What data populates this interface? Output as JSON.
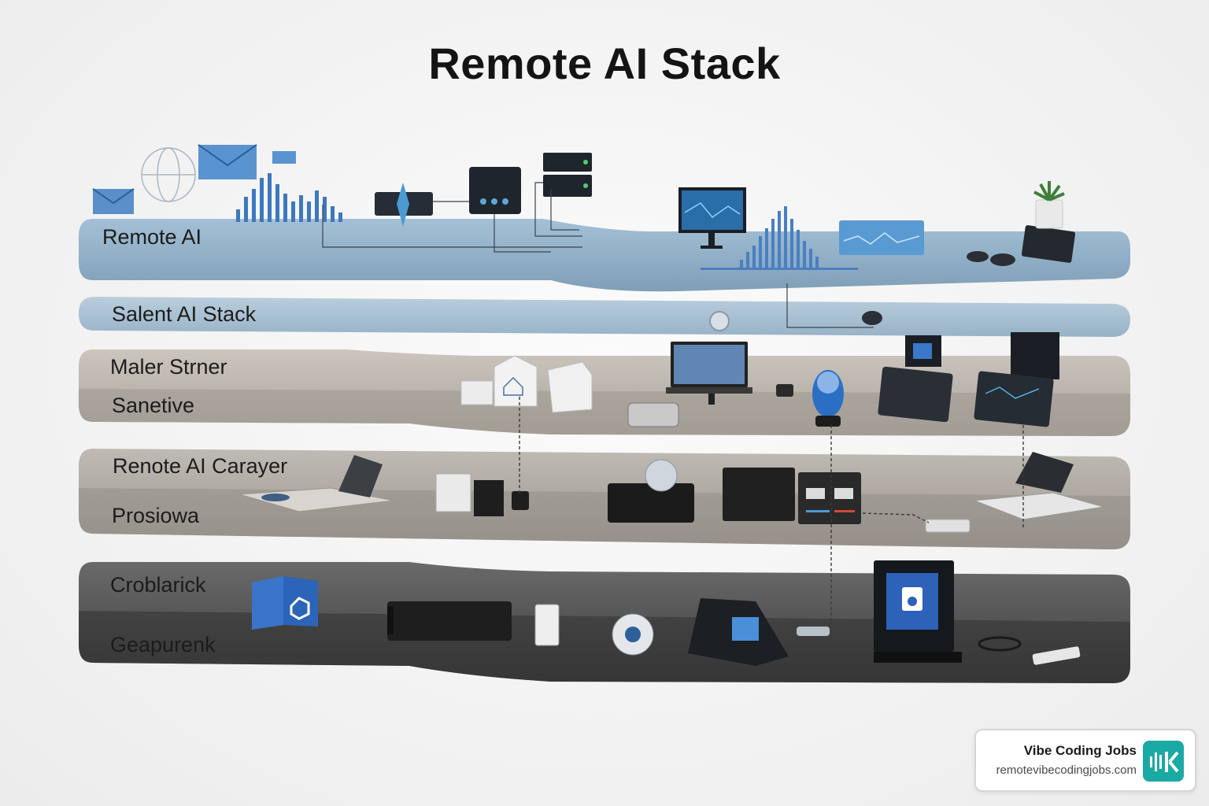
{
  "title": "Remote AI Stack",
  "layers": [
    {
      "labels": [
        "Remote AI"
      ],
      "color": "#8fafc6"
    },
    {
      "labels": [
        "Salent AI Stack"
      ],
      "color": "#a8c0d2"
    },
    {
      "labels": [
        "Maler Strner",
        "Sanetive"
      ],
      "color": "#b8b2aa"
    },
    {
      "labels": [
        "Renote AI Carayer",
        "Prosiowa"
      ],
      "color": "#aaa59e"
    },
    {
      "labels": [
        "Croblarick",
        "Geapurenk"
      ],
      "color": "#5a5a5a"
    }
  ],
  "badge": {
    "name": "Vibe Coding Jobs",
    "url": "remotevibecodingjobs.com",
    "logo_icon": "vibe-coding-jobs-logo-icon",
    "logo_color": "#1ba9a4"
  },
  "icons": {
    "mail": "envelope-icon",
    "globe": "globe-icon",
    "chart": "bar-chart-icon",
    "server": "server-icon",
    "monitor": "monitor-icon",
    "laptop": "laptop-icon",
    "tablet": "tablet-icon",
    "plant": "plant-icon",
    "cloud-box": "cloud-box-icon"
  }
}
